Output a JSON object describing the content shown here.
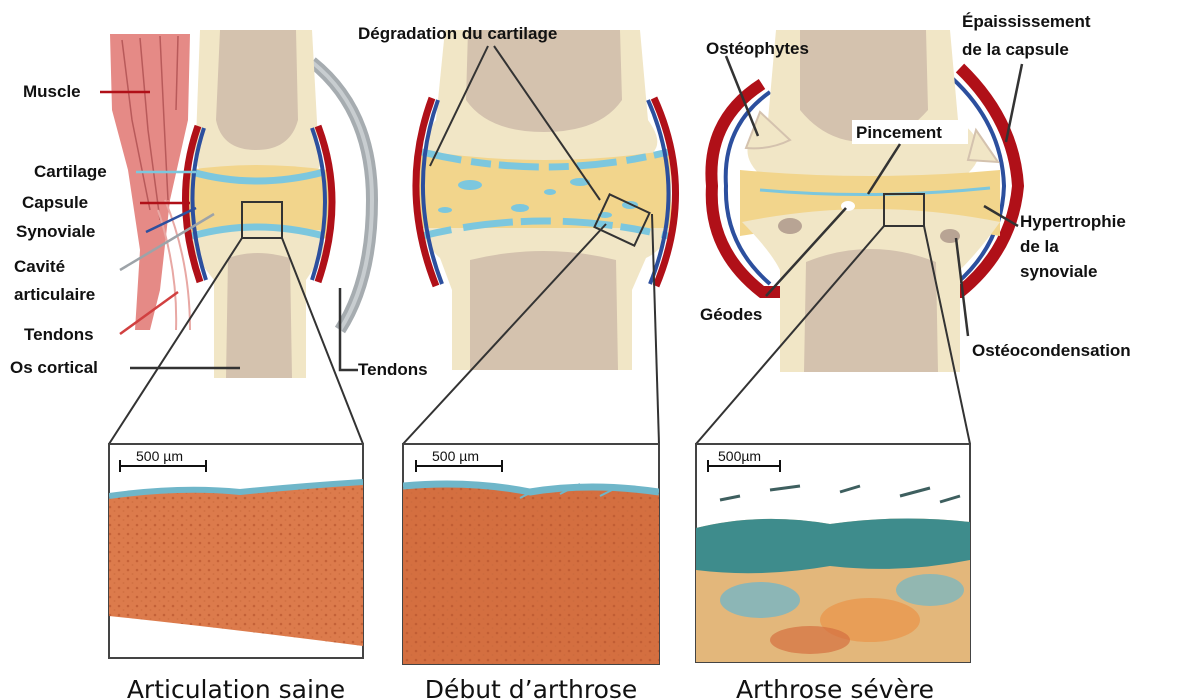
{
  "panels": [
    {
      "caption": "Articulation saine",
      "scale_label": "500 µm",
      "labels": {
        "muscle": "Muscle",
        "cartilage": "Cartilage",
        "capsule": "Capsule",
        "synoviale": "Synoviale",
        "cavite_1": "Cavité",
        "cavite_2": "articulaire",
        "tendons_left": "Tendons",
        "os_cortical": "Os  cortical",
        "tendons_right": "Tendons"
      }
    },
    {
      "caption": "Début d’arthrose",
      "scale_label": "500 µm",
      "labels": {
        "degradation": "Dégradation du cartilage"
      }
    },
    {
      "caption": "Arthrose sévère",
      "scale_label": "500µm",
      "labels": {
        "osteophytes": "Ostéophytes",
        "epaississement_1": "Épaississement",
        "epaississement_2": "de la capsule",
        "pincement": "Pincement",
        "hypertrophie_1": "Hypertrophie",
        "hypertrophie_2": "de la",
        "hypertrophie_3": "synoviale",
        "geodes": "Géodes",
        "osteocondensation": "Ostéocondensation"
      }
    }
  ],
  "colors": {
    "bone_shell": "#F1E6C6",
    "bone_marrow": "#D4C2AE",
    "joint_fluid": "#F2D58C",
    "cartilage": "#7CC7DE",
    "capsule": "#B01018",
    "synovial": "#2C4F9E",
    "muscle": "#E07B7B",
    "tendon_grey": "#9DA3A8",
    "tissue_orange": "#D9784A",
    "tissue_blue": "#6FB6C9",
    "tissue_teal": "#3E8C8C"
  }
}
